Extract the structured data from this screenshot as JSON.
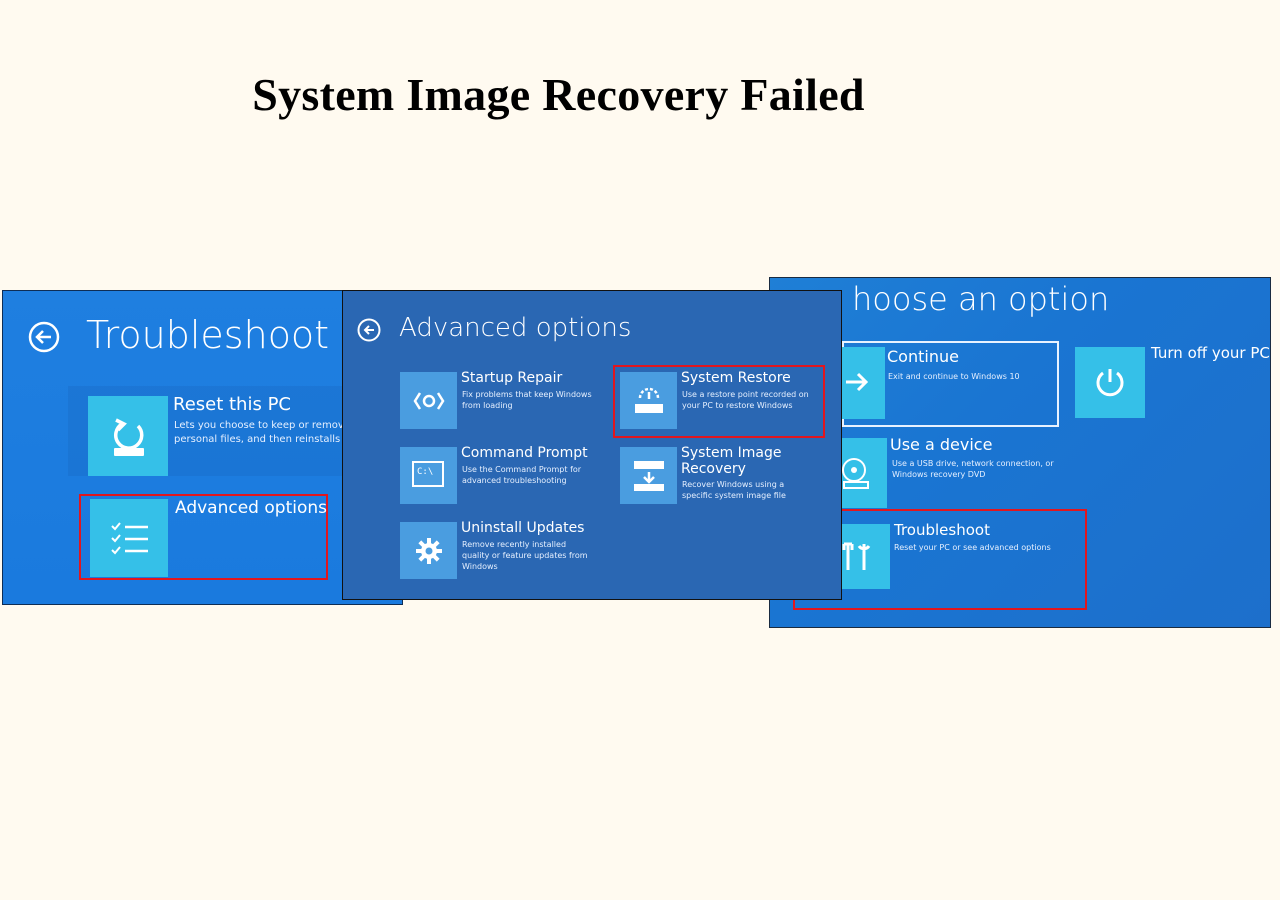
{
  "page_title": "System Image Recovery Failed",
  "troubleshoot_panel": {
    "heading": "Troubleshoot",
    "items": [
      {
        "title": "Reset this PC",
        "description": "Lets you choose to keep or remove your personal files, and then reinstalls Windows.",
        "icon": "reset-icon"
      },
      {
        "title": "Advanced options",
        "description": "",
        "icon": "checklist-icon"
      }
    ]
  },
  "advanced_panel": {
    "heading": "Advanced options",
    "items": [
      {
        "title": "Startup Repair",
        "description": "Fix problems that keep Windows from loading",
        "icon": "startup-repair-icon"
      },
      {
        "title": "System Restore",
        "description": "Use a restore point recorded on your PC to restore Windows",
        "icon": "system-restore-icon"
      },
      {
        "title": "Command Prompt",
        "description": "Use the Command Prompt for advanced troubleshooting",
        "icon": "command-prompt-icon",
        "icon_text": "C:\\"
      },
      {
        "title": "System Image Recovery",
        "description": "Recover Windows using a specific system image file",
        "icon": "system-image-icon"
      },
      {
        "title": "Uninstall Updates",
        "description": "Remove recently installed quality or feature updates from Windows",
        "icon": "gear-icon"
      }
    ]
  },
  "choose_panel": {
    "heading": "hoose an option",
    "items": [
      {
        "title": "Continue",
        "description": "Exit and continue to Windows 10",
        "icon": "arrow-right-icon"
      },
      {
        "title": "Turn off your PC",
        "description": "",
        "icon": "power-icon"
      },
      {
        "title": "Use a device",
        "description": "Use a USB drive, network connection, or Windows recovery DVD",
        "icon": "disc-icon"
      },
      {
        "title": "Troubleshoot",
        "description": "Reset your PC or see advanced options",
        "icon": "tools-icon"
      }
    ]
  },
  "colors": {
    "background": "#fffaf0",
    "windows_blue": "#1a7ade",
    "tile": "#35c0e8",
    "highlight": "#e2161e"
  }
}
